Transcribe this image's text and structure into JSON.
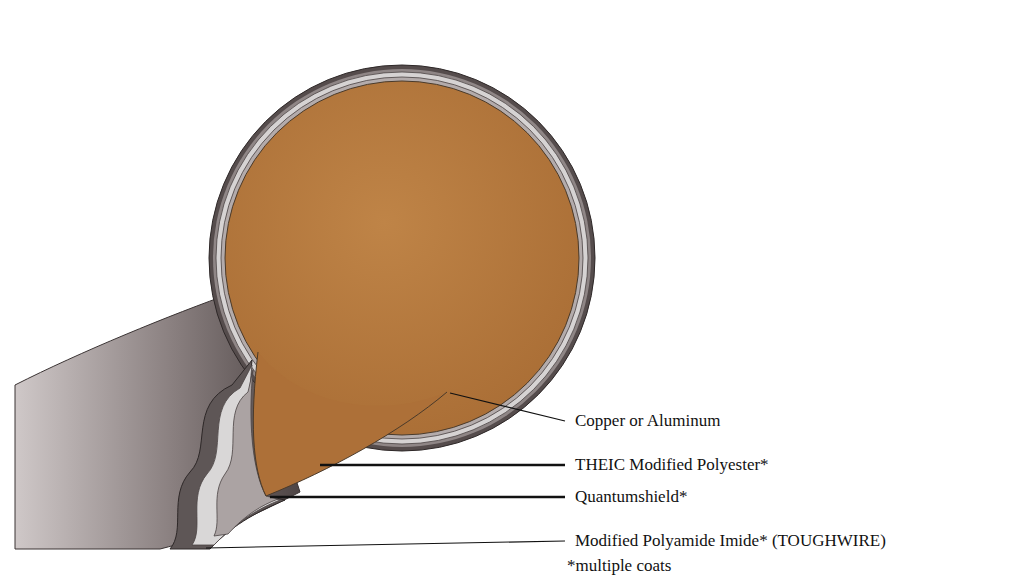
{
  "diagram": {
    "labels": [
      "Copper or Aluminum",
      "THEIC Modified Polyester*",
      "Quantumshield*",
      "Modified Polyamide Imide* (TOUGHWIRE)",
      "*multiple coats"
    ]
  }
}
